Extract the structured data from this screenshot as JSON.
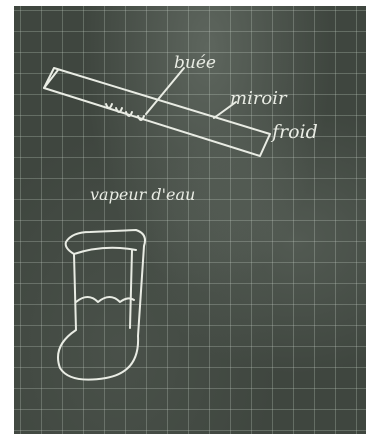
{
  "labels": {
    "buee": "buée",
    "miroir": "miroir",
    "froid": "froid",
    "vapeur": "vapeur d'eau"
  },
  "colors": {
    "board": "#3f463f",
    "chalk": "#e9ece4",
    "grid": "#c8d2c8"
  }
}
